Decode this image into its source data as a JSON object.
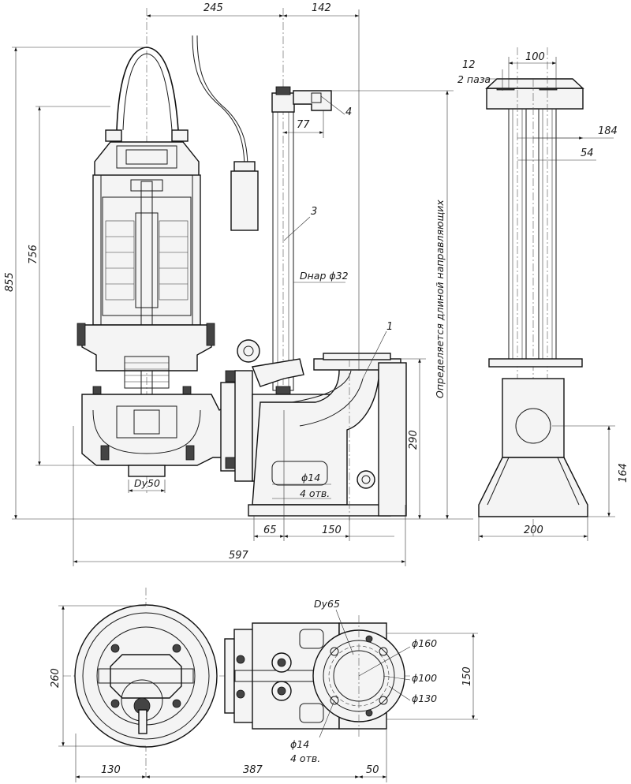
{
  "dimensions": {
    "top_left": "245",
    "top_right": "142",
    "pipe_offset": "12",
    "pipe_offset_note": "2 паза",
    "side_width_top": "100",
    "bracket": "77",
    "side_184": "184",
    "side_54": "54",
    "total_height": "855",
    "pump_height": "756",
    "outlet_height": "290",
    "side_height": "164",
    "base_65": "65",
    "base_150": "150",
    "side_base": "200",
    "overall_length": "597",
    "plan_260": "260",
    "plan_150": "150",
    "plan_130": "130",
    "plan_387": "387",
    "plan_50": "50"
  },
  "annotations": {
    "guide_note": "Определяется длиной направляющих",
    "pipe_dia": "Dнар ϕ32",
    "hole_dia": "ϕ14",
    "hole_count": "4 отв.",
    "inlet_dn": "Dy50",
    "outlet_dn": "Dy65",
    "flange_160": "ϕ160",
    "flange_100": "ϕ100",
    "flange_130": "ϕ130",
    "plan_hole_dia": "ϕ14",
    "plan_hole_count": "4 отв."
  },
  "callouts": {
    "item_1": "1",
    "item_3": "3",
    "item_4": "4"
  }
}
